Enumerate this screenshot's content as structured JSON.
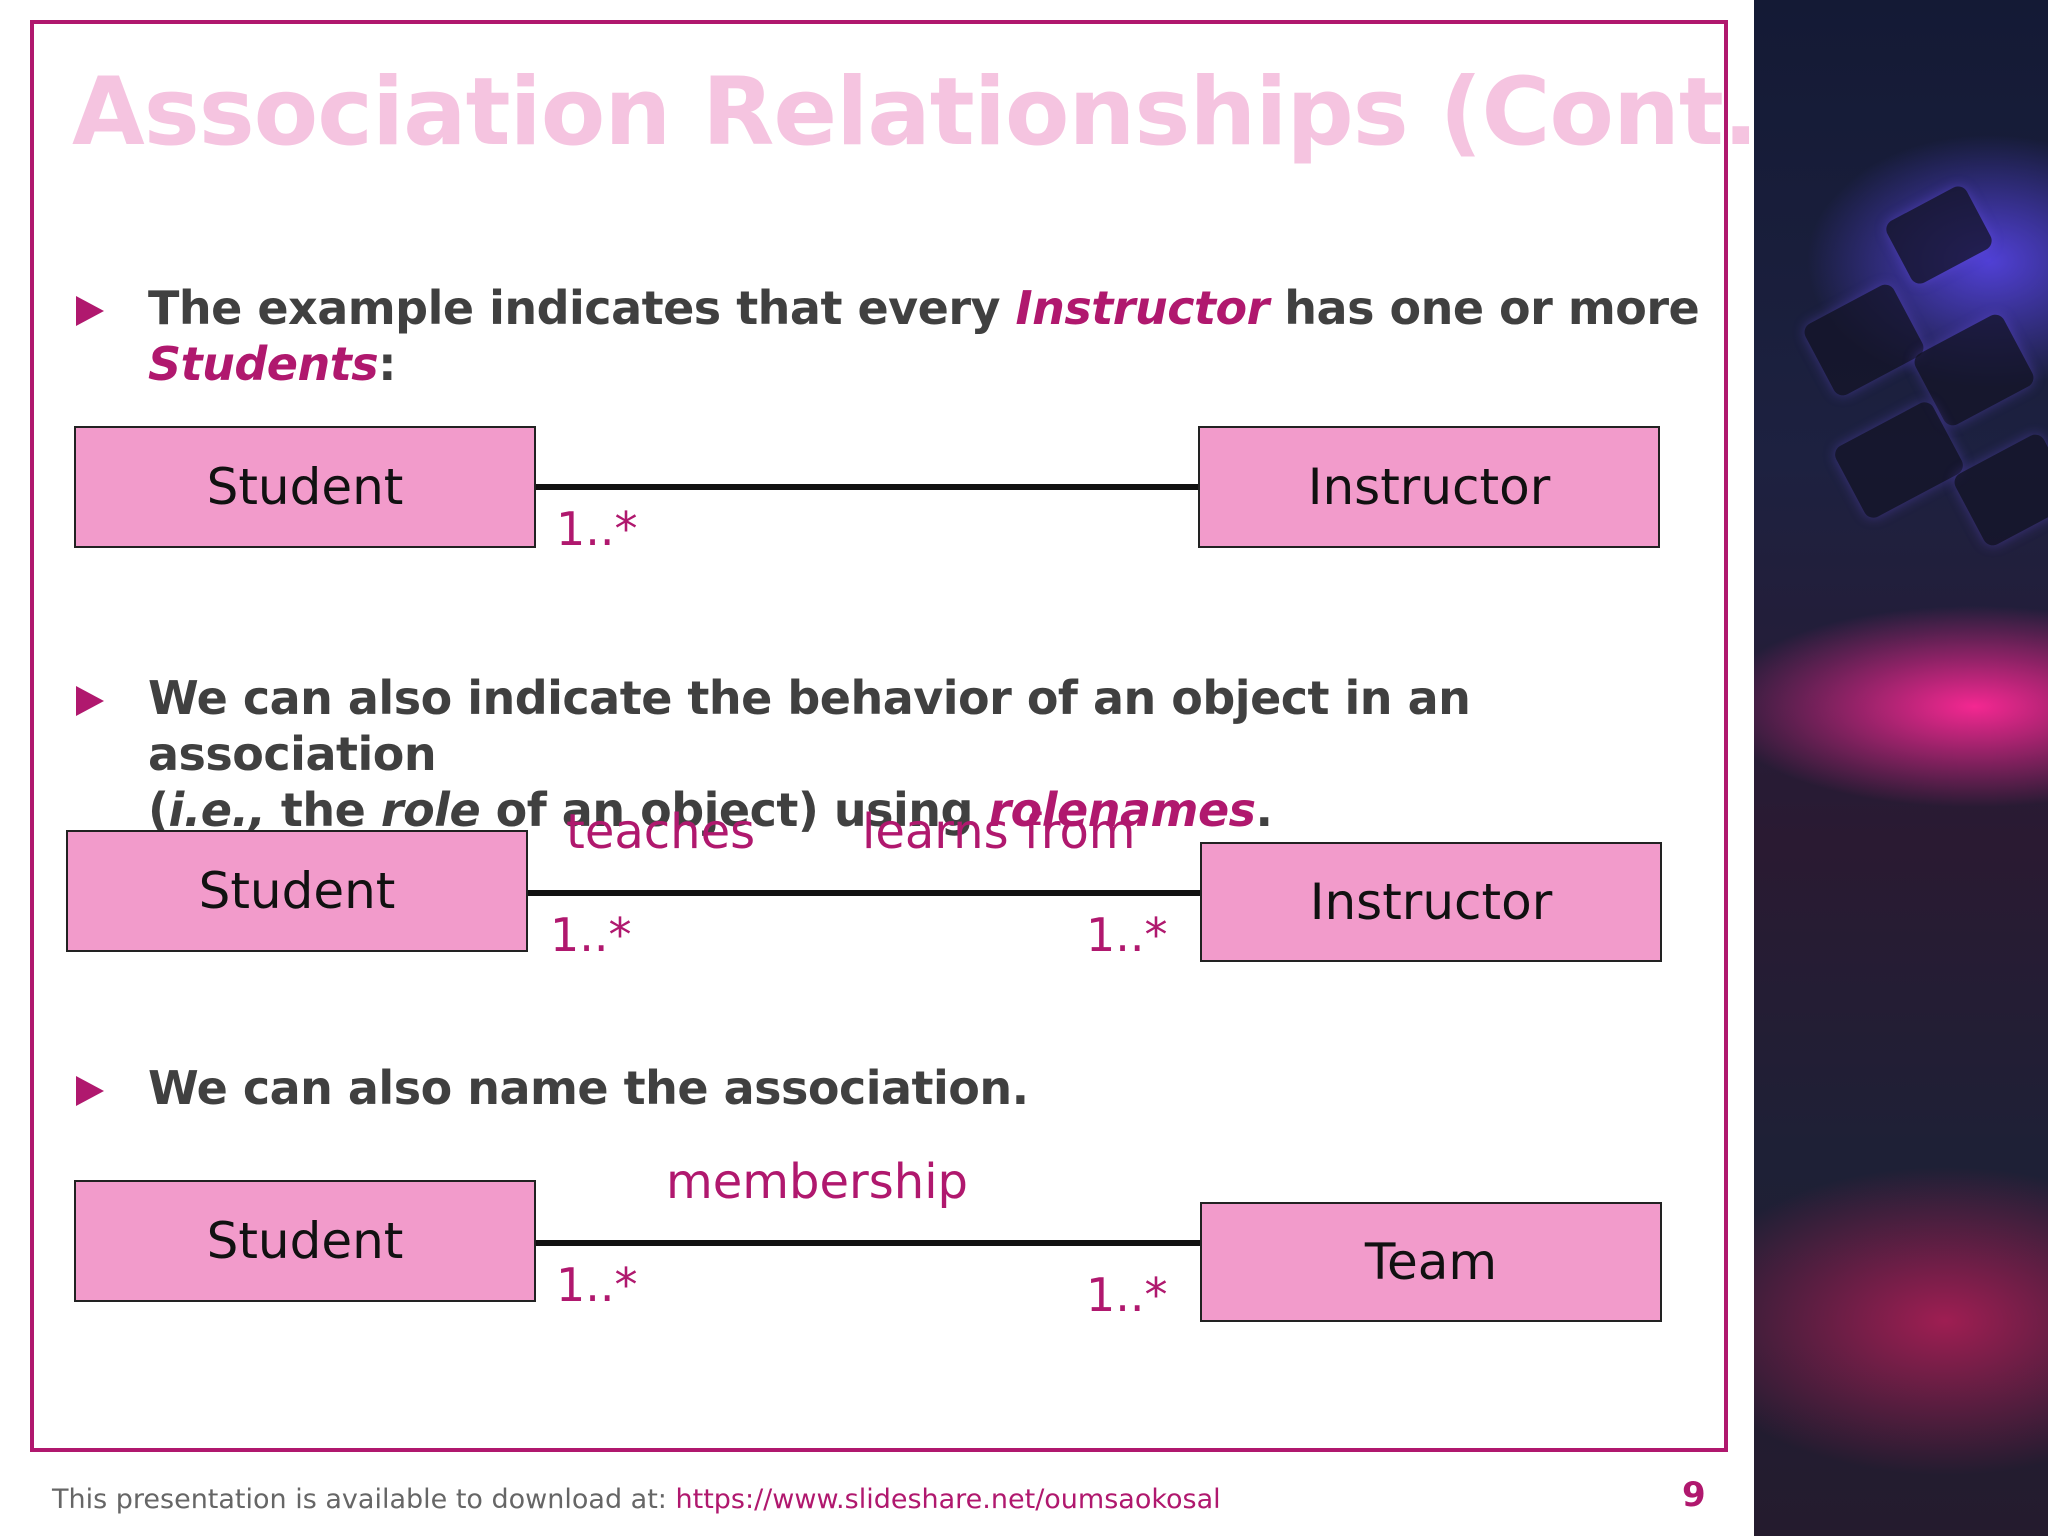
{
  "slide": {
    "title": "Association Relationships (Cont.)",
    "page_number": "9",
    "footer": {
      "prefix": "This presentation is available to download at:",
      "url": "https://www.slideshare.net/oumsaokosal"
    }
  },
  "bullets": [
    {
      "line1_a": "The example indicates that every ",
      "line1_em": "Instructor",
      "line1_b": " has one or more",
      "line2_em": "Students",
      "line2_b": ":"
    },
    {
      "line1": "We can also indicate the behavior of an object in an association",
      "line2_a": "(",
      "line2_it1": "i.e.,",
      "line2_b": " the ",
      "line2_it2": "role",
      "line2_c": " of an object) using ",
      "line2_em": "rolenames",
      "line2_d": "."
    },
    {
      "line1": "We can also name the association."
    }
  ],
  "diagrams": [
    {
      "left_class": "Student",
      "right_class": "Instructor",
      "left_multiplicity": "1..*"
    },
    {
      "left_class": "Student",
      "right_class": "Instructor",
      "left_role": "teaches",
      "right_role": "learns from",
      "left_multiplicity": "1..*",
      "right_multiplicity": "1..*"
    },
    {
      "left_class": "Student",
      "right_class": "Team",
      "association_name": "membership",
      "left_multiplicity": "1..*",
      "right_multiplicity": "1..*"
    }
  ],
  "colors": {
    "accent": "#b0186e",
    "title": "#f5c4e0",
    "class_fill": "#f29bcb",
    "body_text": "#404040"
  }
}
